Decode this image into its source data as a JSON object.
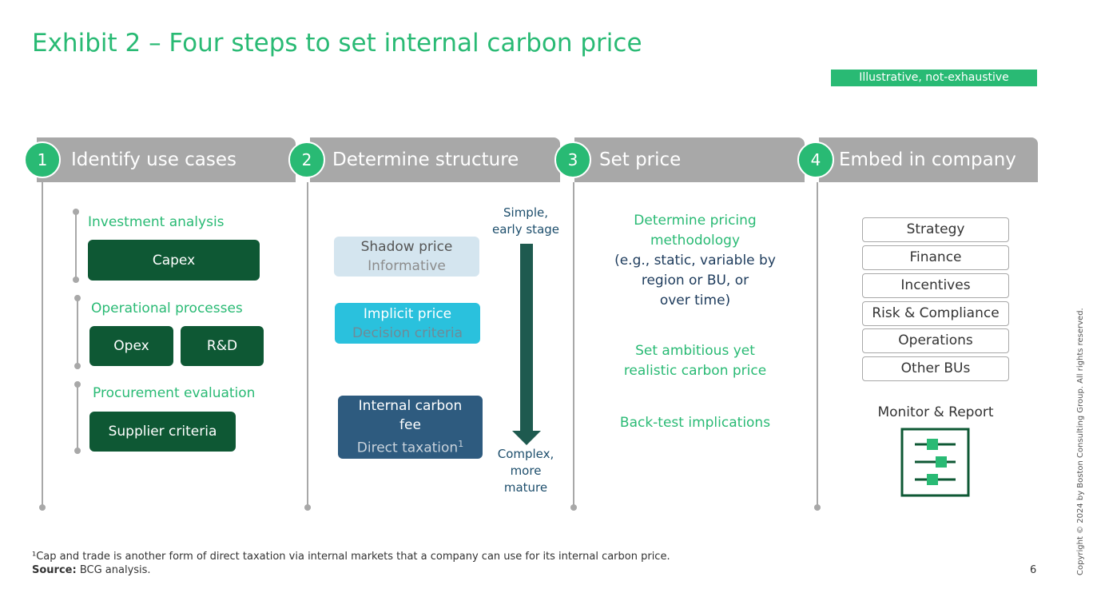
{
  "title": "Exhibit 2 – Four steps to set internal carbon price",
  "badge": "Illustrative, not-exhaustive",
  "steps": [
    {
      "num": "1",
      "label": "Identify use cases"
    },
    {
      "num": "2",
      "label": "Determine structure"
    },
    {
      "num": "3",
      "label": "Set price"
    },
    {
      "num": "4",
      "label": "Embed in company"
    }
  ],
  "col1": {
    "investment_label": "Investment analysis",
    "capex": "Capex",
    "operational_label": "Operational processes",
    "opex": "Opex",
    "rnd": "R&D",
    "procurement_label": "Procurement evaluation",
    "supplier": "Supplier criteria"
  },
  "col2": {
    "shadow_title": "Shadow price",
    "shadow_sub": "Informative",
    "implicit_title": "Implicit price",
    "implicit_sub": "Decision criteria",
    "fee_title_1": "Internal carbon",
    "fee_title_2": "fee",
    "fee_sub": "Direct taxation",
    "fee_sup": "1",
    "arrow_top_1": "Simple,",
    "arrow_top_2": "early stage",
    "arrow_bottom_1": "Complex,",
    "arrow_bottom_2": "more",
    "arrow_bottom_3": "mature"
  },
  "col3": {
    "method_1": "Determine pricing",
    "method_2": "methodology",
    "method_3": "(e.g., static, variable by",
    "method_4": "region or BU, or",
    "method_5": "over time)",
    "ambitious_1": "Set ambitious yet",
    "ambitious_2": "realistic carbon price",
    "backtest": "Back-test implications"
  },
  "col4": {
    "items": [
      "Strategy",
      "Finance",
      "Incentives",
      "Risk & Compliance",
      "Operations",
      "Other BUs"
    ],
    "monitor": "Monitor & Report"
  },
  "footnote": "¹Cap and trade is another form of direct taxation via internal markets that a company can use for its internal carbon price.",
  "source_label": "Source:",
  "source_text": " BCG analysis.",
  "page_number": "6",
  "copyright": "Copyright © 2024 by Boston Consulting Group. All rights reserved.",
  "colors": {
    "green": "#29BA74",
    "dark_green": "#0E5834",
    "gray": "#A8A8A8",
    "navy": "#1D4E6C",
    "light_blue": "#D4E5EF",
    "cyan": "#2AC1DD",
    "steel_blue": "#2E5B7F"
  }
}
